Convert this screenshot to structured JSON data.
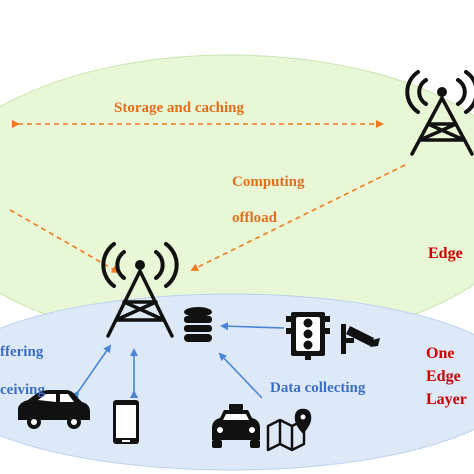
{
  "labels": {
    "storage": "Storage and caching",
    "computing": "Computing",
    "offload": "offload",
    "edge_right": "Edge",
    "one": "One",
    "edge": "Edge",
    "layer": "Layer",
    "data_collecting": "Data collecting",
    "buffering": "ffering",
    "receiving": "ceiving"
  },
  "colors": {
    "top_region": "#e8f7d6",
    "bottom_region": "#dde9f7",
    "orange_arrow": "#f07a22",
    "blue_arrow": "#4a86d4",
    "red_text": "#cc0000",
    "blue_text": "#3b6fc7",
    "orange_text": "#e0701e",
    "icon": "#111111"
  },
  "icons": [
    "tower-icon",
    "database-icon",
    "traffic-light-icon",
    "camera-icon",
    "car-icon",
    "smartphone-icon",
    "taxi-icon",
    "map-icon"
  ]
}
